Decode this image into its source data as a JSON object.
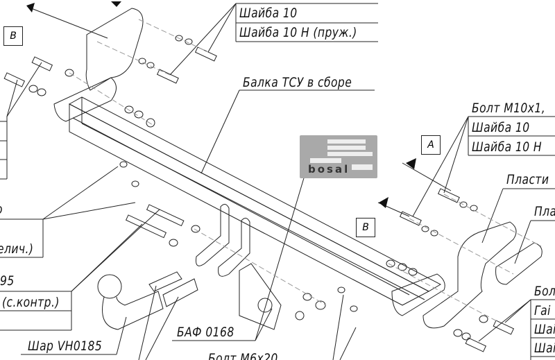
{
  "labels": {
    "washer_10_top": "Шайба 10",
    "spring_washer_top": "Шайба 10 Н (пруж.)",
    "beam": "Балка ТСУ в сборе",
    "bolt_right": "Болт М10х1,",
    "washer_10_right": "Шайба 10",
    "spring_washer_right": "Шайба 10 Н",
    "plate_1": "Пласти",
    "plate_2": "Пла",
    "bolt_bottom_right": "Бол",
    "nut_bottom_right": "Гаі",
    "washer_bottom_right_1": "Шаі",
    "washer_bottom_right_2": "Шаі",
    "left_1": "о",
    "left_2": "елич.)",
    "left_3": "95",
    "left_4": "(с.контр.)",
    "ball": "Шар VH0185",
    "socket_plate": "БАФ 0168",
    "bolt_m6": "Болт М6х20"
  },
  "view_markers": {
    "a": "A",
    "b_left": "B",
    "b_right": "B"
  },
  "nameplate": {
    "logo": "bosal"
  }
}
